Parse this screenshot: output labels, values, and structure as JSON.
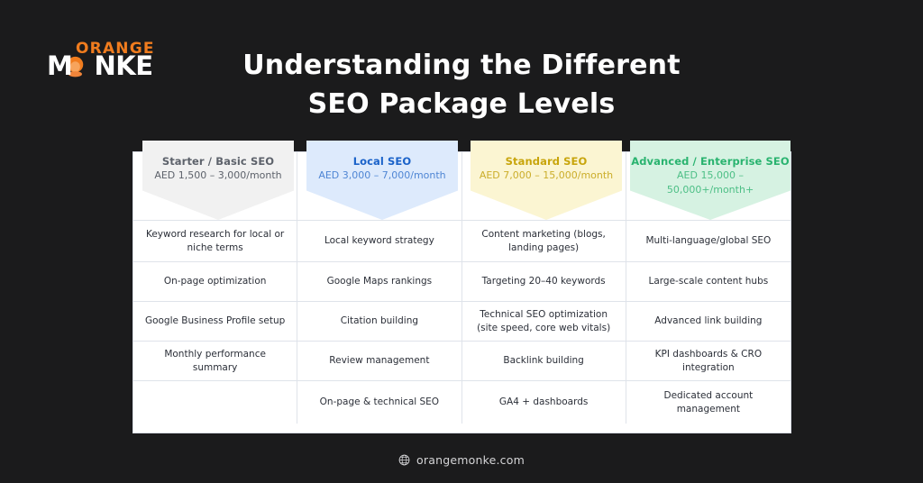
{
  "brand": {
    "logo_top": "ORANGE",
    "logo_bottom_pre": "M",
    "logo_bottom_post": "NKE",
    "logo_icon": "monkey-icon",
    "orange_hex": "#f07c1e",
    "white_hex": "#ffffff"
  },
  "background_hex": "#1b1b1c",
  "title": {
    "line1": "Understanding the Different",
    "line2": "SEO Package Levels"
  },
  "table": {
    "columns": [
      {
        "title": "Starter / Basic SEO",
        "price": "AED 1,500 – 3,000/month",
        "accent_hex": "#f1f1f1",
        "text_hex": "#5d626b"
      },
      {
        "title": "Local SEO",
        "price": "AED 3,000 – 7,000/month",
        "accent_hex": "#ddeafc",
        "text_hex": "#1a62c9"
      },
      {
        "title": "Standard SEO",
        "price": "AED 7,000 – 15,000/month",
        "accent_hex": "#fbf5d2",
        "text_hex": "#c8a50c"
      },
      {
        "title": "Advanced / Enterprise SEO",
        "price": "AED 15,000 – 50,000+/month+",
        "accent_hex": "#d6f2e2",
        "text_hex": "#29b36f"
      }
    ],
    "rows": [
      [
        "Keyword research for local or niche terms",
        "Local keyword strategy",
        "Content marketing (blogs, landing pages)",
        "Multi-language/global SEO"
      ],
      [
        "On-page optimization",
        "Google Maps rankings",
        "Targeting 20–40 keywords",
        "Large-scale content hubs"
      ],
      [
        "Google Business Profile setup",
        "Citation building",
        "Technical SEO optimization (site speed, core web vitals)",
        "Advanced link building"
      ],
      [
        "Monthly performance summary",
        "Review management",
        "Backlink building",
        "KPI dashboards & CRO integration"
      ],
      [
        "",
        "On-page & technical SEO",
        "GA4 + dashboards",
        "Dedicated account management"
      ]
    ]
  },
  "footer": {
    "icon": "globe-icon",
    "website": "orangemonke.com"
  }
}
